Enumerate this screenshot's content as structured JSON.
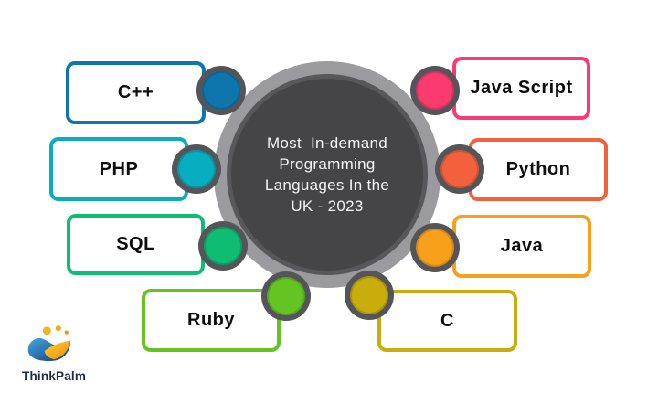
{
  "center": {
    "lines": [
      "Most  In-demand",
      "Programming",
      "Languages In the",
      "UK - 2023"
    ],
    "fill_color": "#454548",
    "inner_edge_color": "#58585c",
    "ring_color": "#9b9b9f",
    "text_color": "#f4f4f4"
  },
  "connector_ring_color": "#545559",
  "languages": [
    {
      "id": "cpp",
      "label": "C++",
      "color": "#0e76ad"
    },
    {
      "id": "php",
      "label": "PHP",
      "color": "#06aec0"
    },
    {
      "id": "sql",
      "label": "SQL",
      "color": "#0cbd72"
    },
    {
      "id": "ruby",
      "label": "Ruby",
      "color": "#64c522"
    },
    {
      "id": "javascript",
      "label": "Java Script",
      "color": "#fb3a70"
    },
    {
      "id": "python",
      "label": "Python",
      "color": "#f2613b"
    },
    {
      "id": "java",
      "label": "Java",
      "color": "#f9a01b"
    },
    {
      "id": "c",
      "label": "C",
      "color": "#c9ad0a"
    }
  ],
  "logo": {
    "brand": "ThinkPalm"
  }
}
